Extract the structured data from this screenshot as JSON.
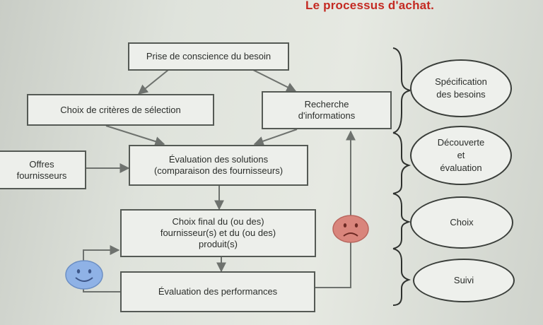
{
  "title": "Le processus d'achat.",
  "boxes": {
    "prise": "Prise de conscience du besoin",
    "criteres": "Choix de critères de sélection",
    "recherche_l1": "Recherche",
    "recherche_l2": "d'informations",
    "offres_l1": "Offres",
    "offres_l2": "fournisseurs",
    "evaluation_l1": "Évaluation des solutions",
    "evaluation_l2": "(comparaison des fournisseurs)",
    "choix_l1": "Choix final du (ou des)",
    "choix_l2": "fournisseur(s) et du (ou des)",
    "choix_l3": "produit(s)",
    "performances": "Évaluation des performances"
  },
  "phases": {
    "specification_l1": "Spécification",
    "specification_l2": "des besoins",
    "decouverte_l1": "Découverte",
    "decouverte_l2": "et",
    "decouverte_l3": "évaluation",
    "choix": "Choix",
    "suivi": "Suivi"
  },
  "colors": {
    "title": "#c42a22",
    "happy_face": "#8fb2e6",
    "sad_face": "#d9857c"
  }
}
